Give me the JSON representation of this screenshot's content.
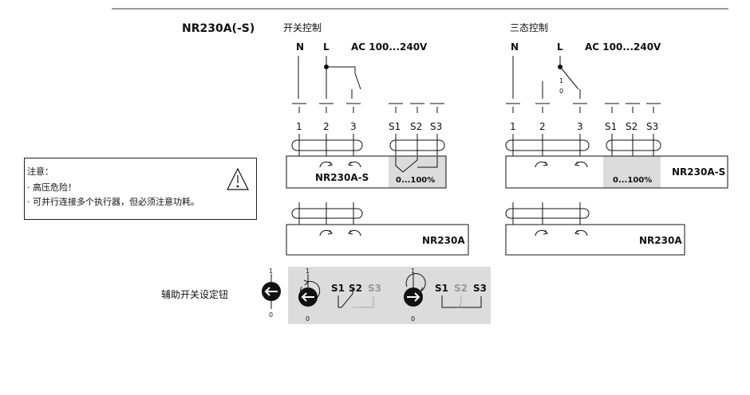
{
  "model_heading": "NR230A(-S)",
  "left_panel": {
    "title": "开关控制",
    "supply_label": "AC 100...240V",
    "lines": [
      "N",
      "L"
    ],
    "terminals": [
      "1",
      "2",
      "3"
    ],
    "aux_terminals": [
      "S1",
      "S2",
      "S3"
    ],
    "device_s": "NR230A-S",
    "feedback": "0...100%",
    "device": "NR230A"
  },
  "right_panel": {
    "title": "三态控制",
    "supply_label": "AC 100...240V",
    "lines": [
      "N",
      "L"
    ],
    "switch_pos_1": "1",
    "switch_pos_0": "0",
    "terminals": [
      "1",
      "2",
      "3"
    ],
    "aux_terminals": [
      "S1",
      "S2",
      "S3"
    ],
    "device_s": "NR230A-S",
    "feedback": "0...100%",
    "device": "NR230A"
  },
  "note": {
    "title": "注意：",
    "items": [
      "· 高压危险！",
      "· 可并行连接多个执行器，但必须注意功耗。"
    ]
  },
  "aux_setting": {
    "label": "辅助开关设定钮",
    "scale_top": "1",
    "scale_bottom": "0",
    "contacts": [
      "S1",
      "S2",
      "S3"
    ]
  }
}
